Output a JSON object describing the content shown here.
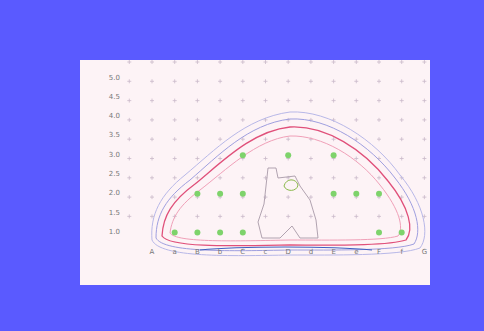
{
  "diagram": {
    "labels": [
      "5.0",
      "4.5",
      "4.0",
      "3.5",
      "3.0",
      "2.5",
      "2.0",
      "1.5",
      "1.0",
      "A",
      "a",
      "B",
      "b",
      "C",
      "c",
      "D",
      "d",
      "E",
      "e",
      "F",
      "f",
      "G"
    ]
  }
}
